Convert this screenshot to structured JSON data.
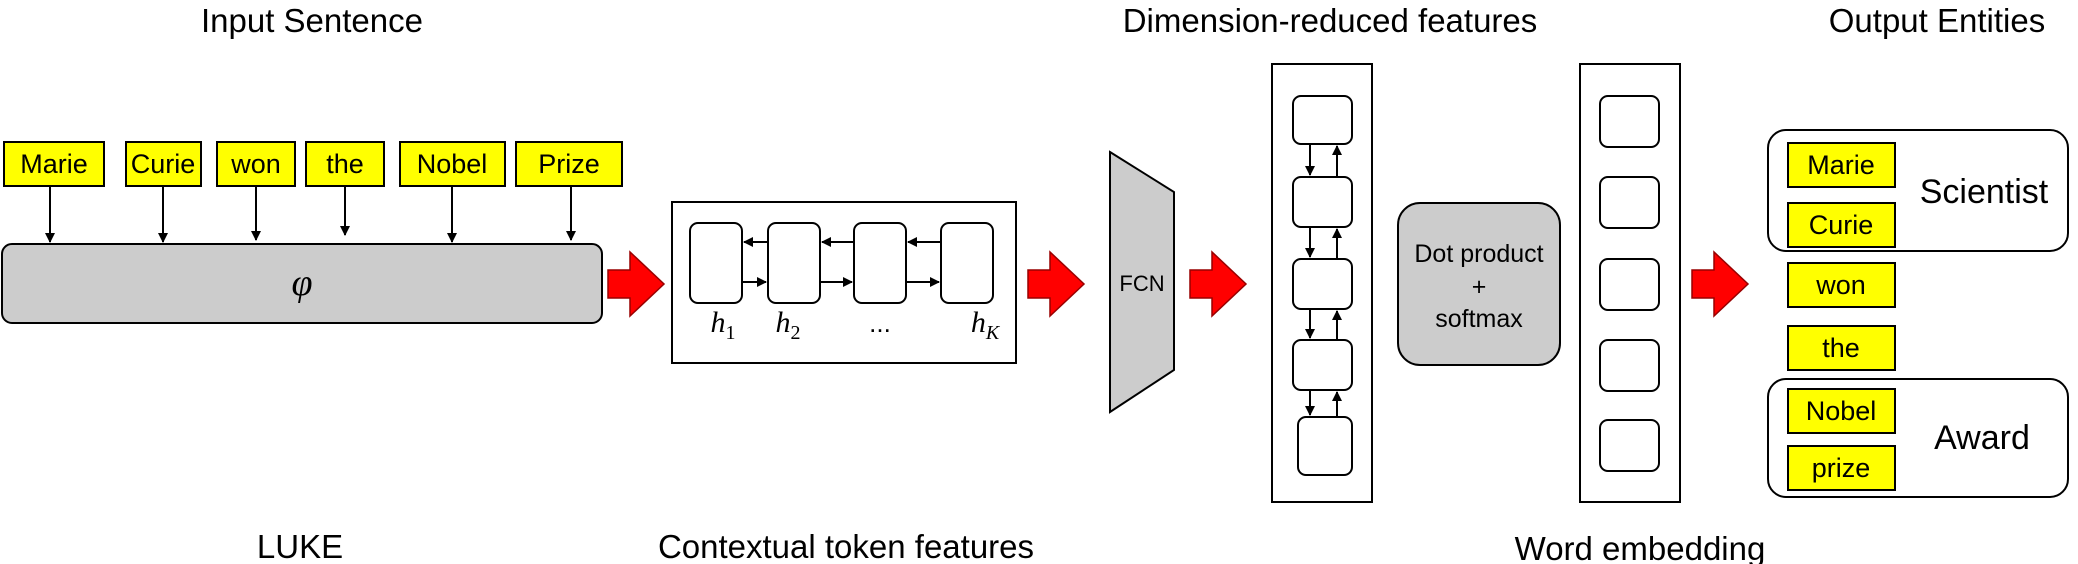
{
  "headings": {
    "input_sentence": "Input Sentence",
    "dimension_reduced": "Dimension-reduced features",
    "output_entities": "Output Entities",
    "luke": "LUKE",
    "contextual_token": "Contextual token features",
    "word_embedding": "Word embedding"
  },
  "input_tokens": [
    "Marie",
    "Curie",
    "won",
    "the",
    "Nobel",
    "Prize"
  ],
  "encoder_symbol": "φ",
  "hidden_states": {
    "h1": "h",
    "h1_sub": "1",
    "h2": "h",
    "h2_sub": "2",
    "ellipsis": "...",
    "hK": "h",
    "hK_sub": "K"
  },
  "fcn_label": "FCN",
  "dot_product": {
    "line1": "Dot product",
    "line2": "+",
    "line3": "softmax"
  },
  "output": {
    "group1": {
      "tokens": [
        "Marie",
        "Curie"
      ],
      "label": "Scientist"
    },
    "standalone": [
      "won",
      "the"
    ],
    "group2": {
      "tokens": [
        "Nobel",
        "prize"
      ],
      "label": "Award"
    }
  },
  "colors": {
    "token_fill": "#ffff00",
    "encoder_fill": "#cccccc",
    "arrow_fill": "#ff0000",
    "fcn_fill": "#cccccc",
    "dot_fill": "#cccccc"
  }
}
